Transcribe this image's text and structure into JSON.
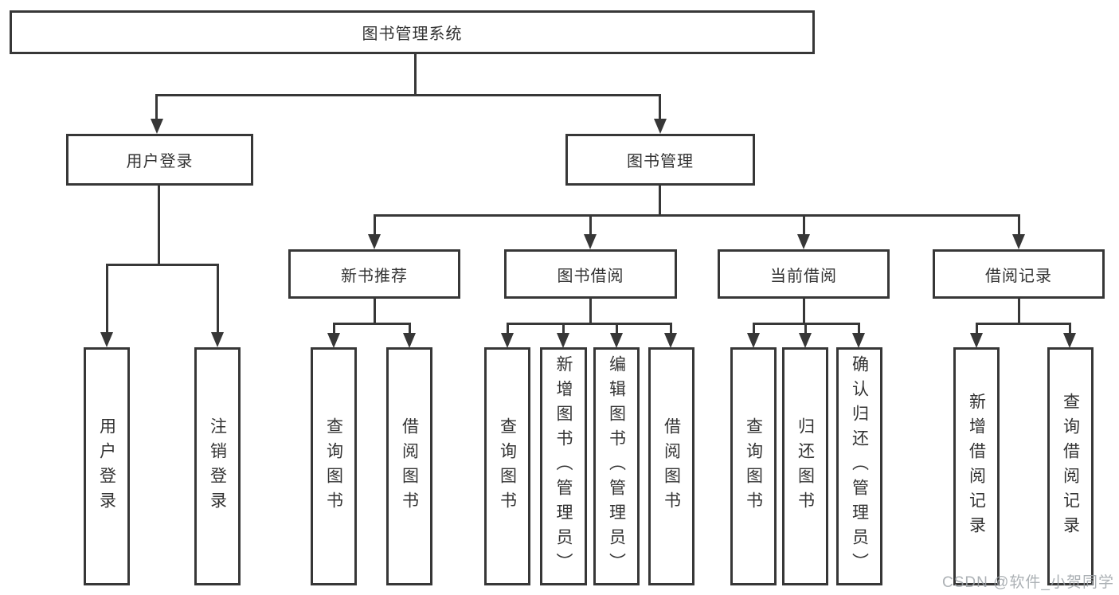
{
  "watermark": "CSDN @软件_小贺同学",
  "colors": {
    "line": "#373737",
    "text": "#333333",
    "background": "#ffffff",
    "watermark": "#9ea3a8"
  },
  "tree": {
    "root": {
      "label": "图书管理系统"
    },
    "branches": [
      {
        "label": "用户登录",
        "children": [
          {
            "label": "用户登录"
          },
          {
            "label": "注销登录"
          }
        ]
      },
      {
        "label": "图书管理",
        "children": [
          {
            "label": "新书推荐",
            "children": [
              {
                "label": "查询图书"
              },
              {
                "label": "借阅图书"
              }
            ]
          },
          {
            "label": "图书借阅",
            "children": [
              {
                "label": "查询图书"
              },
              {
                "label": "新增图书（管理员）"
              },
              {
                "label": "编辑图书（管理员）"
              },
              {
                "label": "借阅图书"
              }
            ]
          },
          {
            "label": "当前借阅",
            "children": [
              {
                "label": "查询图书"
              },
              {
                "label": "归还图书"
              },
              {
                "label": "确认归还（管理员）"
              }
            ]
          },
          {
            "label": "借阅记录",
            "children": [
              {
                "label": "新增借阅记录"
              },
              {
                "label": "查询借阅记录"
              }
            ]
          }
        ]
      }
    ]
  }
}
